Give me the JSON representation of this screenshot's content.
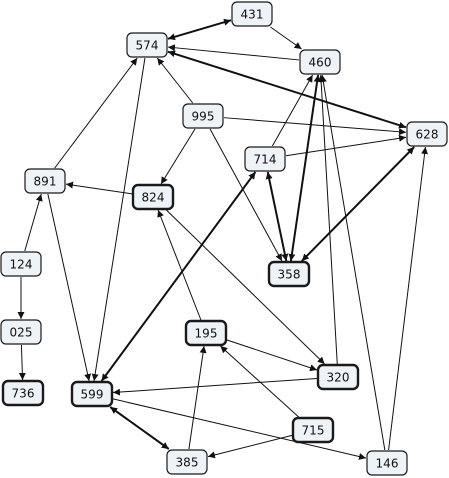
{
  "diagram": {
    "nodes": [
      {
        "id": "431",
        "label": "431",
        "bold": false
      },
      {
        "id": "574",
        "label": "574",
        "bold": false
      },
      {
        "id": "460",
        "label": "460",
        "bold": false
      },
      {
        "id": "995",
        "label": "995",
        "bold": false
      },
      {
        "id": "628",
        "label": "628",
        "bold": false
      },
      {
        "id": "714",
        "label": "714",
        "bold": false
      },
      {
        "id": "891",
        "label": "891",
        "bold": false
      },
      {
        "id": "824",
        "label": "824",
        "bold": true
      },
      {
        "id": "358",
        "label": "358",
        "bold": true
      },
      {
        "id": "124",
        "label": "124",
        "bold": false
      },
      {
        "id": "025",
        "label": "025",
        "bold": false
      },
      {
        "id": "736",
        "label": "736",
        "bold": true
      },
      {
        "id": "195",
        "label": "195",
        "bold": true
      },
      {
        "id": "320",
        "label": "320",
        "bold": true
      },
      {
        "id": "599",
        "label": "599",
        "bold": true
      },
      {
        "id": "715",
        "label": "715",
        "bold": true
      },
      {
        "id": "385",
        "label": "385",
        "bold": false
      },
      {
        "id": "146",
        "label": "146",
        "bold": false
      }
    ],
    "edges": [
      {
        "from": "431",
        "to": "574",
        "bidir": true,
        "thick": true
      },
      {
        "from": "431",
        "to": "460",
        "bidir": false,
        "thick": false
      },
      {
        "from": "460",
        "to": "574",
        "bidir": false,
        "thick": false
      },
      {
        "from": "574",
        "to": "628",
        "bidir": true,
        "thick": true
      },
      {
        "from": "995",
        "to": "574",
        "bidir": false,
        "thick": false
      },
      {
        "from": "995",
        "to": "628",
        "bidir": false,
        "thick": false
      },
      {
        "from": "995",
        "to": "824",
        "bidir": false,
        "thick": false
      },
      {
        "from": "995",
        "to": "358",
        "bidir": false,
        "thick": false
      },
      {
        "from": "714",
        "to": "628",
        "bidir": false,
        "thick": false
      },
      {
        "from": "714",
        "to": "460",
        "bidir": false,
        "thick": false
      },
      {
        "from": "714",
        "to": "358",
        "bidir": true,
        "thick": true
      },
      {
        "from": "714",
        "to": "599",
        "bidir": true,
        "thick": true
      },
      {
        "from": "460",
        "to": "358",
        "bidir": true,
        "thick": true
      },
      {
        "from": "358",
        "to": "628",
        "bidir": true,
        "thick": true
      },
      {
        "from": "891",
        "to": "574",
        "bidir": false,
        "thick": false
      },
      {
        "from": "891",
        "to": "599",
        "bidir": false,
        "thick": false
      },
      {
        "from": "824",
        "to": "891",
        "bidir": false,
        "thick": false
      },
      {
        "from": "824",
        "to": "320",
        "bidir": false,
        "thick": false
      },
      {
        "from": "574",
        "to": "599",
        "bidir": false,
        "thick": false
      },
      {
        "from": "124",
        "to": "891",
        "bidir": false,
        "thick": false
      },
      {
        "from": "124",
        "to": "025",
        "bidir": false,
        "thick": false
      },
      {
        "from": "025",
        "to": "736",
        "bidir": false,
        "thick": false
      },
      {
        "from": "195",
        "to": "824",
        "bidir": false,
        "thick": false
      },
      {
        "from": "195",
        "to": "320",
        "bidir": false,
        "thick": false
      },
      {
        "from": "320",
        "to": "599",
        "bidir": false,
        "thick": false
      },
      {
        "from": "320",
        "to": "460",
        "bidir": false,
        "thick": false
      },
      {
        "from": "715",
        "to": "195",
        "bidir": false,
        "thick": false
      },
      {
        "from": "715",
        "to": "385",
        "bidir": false,
        "thick": false
      },
      {
        "from": "385",
        "to": "195",
        "bidir": false,
        "thick": false
      },
      {
        "from": "385",
        "to": "599",
        "bidir": true,
        "thick": true
      },
      {
        "from": "599",
        "to": "146",
        "bidir": false,
        "thick": false
      },
      {
        "from": "146",
        "to": "460",
        "bidir": false,
        "thick": false
      },
      {
        "from": "146",
        "to": "628",
        "bidir": false,
        "thick": false
      }
    ]
  }
}
